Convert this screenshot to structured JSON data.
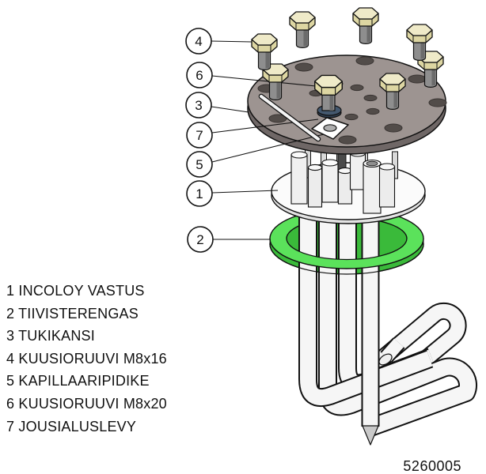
{
  "figure": {
    "type": "exploded-assembly-diagram",
    "callouts": [
      {
        "number": "4"
      },
      {
        "number": "6"
      },
      {
        "number": "3"
      },
      {
        "number": "7"
      },
      {
        "number": "5"
      },
      {
        "number": "1"
      },
      {
        "number": "2"
      }
    ]
  },
  "parts_list": [
    {
      "number": "1",
      "name": "INCOLOY VASTUS"
    },
    {
      "number": "2",
      "name": "TIIVISTERENGAS"
    },
    {
      "number": "3",
      "name": "TUKIKANSI"
    },
    {
      "number": "4",
      "name": "KUUSIORUUVI M8x16"
    },
    {
      "number": "5",
      "name": "KAPILLAARIPIDIKE"
    },
    {
      "number": "6",
      "name": "KUUSIORUUVI M8x20"
    },
    {
      "number": "7",
      "name": "JOUSIALUSLEVY"
    }
  ],
  "part_number": "5260005",
  "colors": {
    "gasket_green": "#5be25b",
    "gasket_green_dark": "#3aba3a",
    "flange_gray": "#9d9491",
    "flange_rim": "#6f6766",
    "bolt_head_yellow": "#efeac8",
    "bolt_head_facet": "#ddd6a2",
    "washer_navy": "#3f5166",
    "outline": "#111111"
  }
}
